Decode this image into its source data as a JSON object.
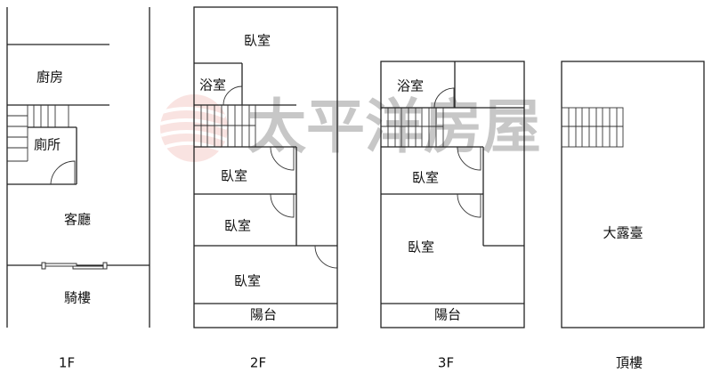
{
  "floors": [
    {
      "name": "1F",
      "rooms": [
        "廚房",
        "廁所",
        "客廳",
        "騎樓"
      ]
    },
    {
      "name": "2F",
      "rooms": [
        "臥室",
        "浴室",
        "臥室",
        "臥室",
        "臥室",
        "陽台"
      ]
    },
    {
      "name": "3F",
      "rooms": [
        "浴室",
        "臥室",
        "臥室",
        "陽台"
      ]
    },
    {
      "name": "頂樓",
      "rooms": [
        "大露臺"
      ]
    }
  ],
  "watermark": {
    "text": "太平洋房屋",
    "logo_color": "#e8857f"
  }
}
